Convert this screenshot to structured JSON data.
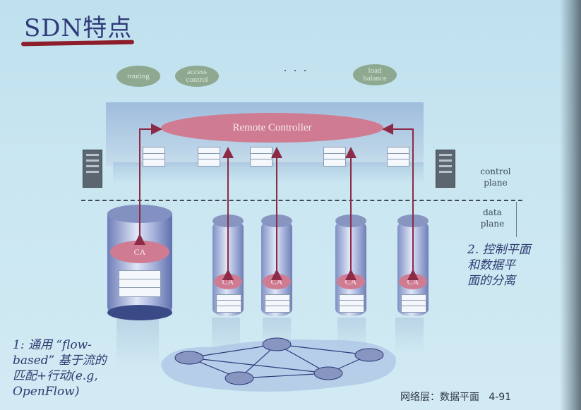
{
  "title": "SDN特点",
  "apps": [
    {
      "label": "routing"
    },
    {
      "label": "access\ncontrol"
    },
    {
      "label": "load\nbalance"
    }
  ],
  "app_ellipsis": ". . .",
  "remote_controller": "Remote Controller",
  "control_plane_label": "control\nplane",
  "data_plane_label": "data\nplane",
  "ca_label": "CA",
  "caption_left": "1: 通用 “flow-\nbased” 基于流的\n匹配+行动(e.g,\nOpenFlow)",
  "caption_right": "2. 控制平面\n和数据平\n面的分离",
  "footer": "网络层：数据平面   4-91",
  "colors": {
    "title": "#2f3a7a",
    "underline": "#8d1d2a",
    "controller": "#cf7c93",
    "app_bubble": "#8ea990"
  }
}
